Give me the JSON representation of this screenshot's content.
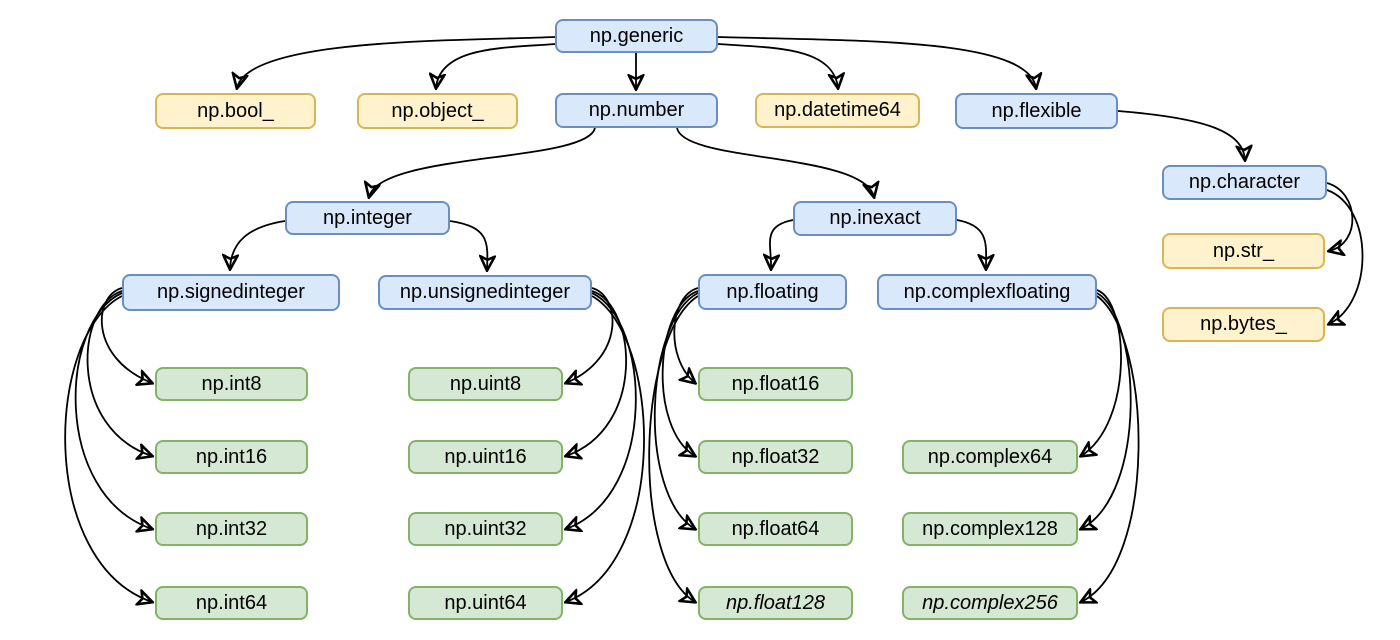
{
  "nodes": {
    "generic": {
      "label": "np.generic",
      "category": "abstract"
    },
    "bool": {
      "label": "np.bool_",
      "category": "other"
    },
    "object": {
      "label": "np.object_",
      "category": "other"
    },
    "number": {
      "label": "np.number",
      "category": "abstract"
    },
    "datetime64": {
      "label": "np.datetime64",
      "category": "other"
    },
    "flexible": {
      "label": "np.flexible",
      "category": "abstract"
    },
    "character": {
      "label": "np.character",
      "category": "abstract"
    },
    "integer": {
      "label": "np.integer",
      "category": "abstract"
    },
    "inexact": {
      "label": "np.inexact",
      "category": "abstract"
    },
    "str": {
      "label": "np.str_",
      "category": "other"
    },
    "bytes": {
      "label": "np.bytes_",
      "category": "other"
    },
    "signedinteger": {
      "label": "np.signedinteger",
      "category": "abstract"
    },
    "unsignedinteger": {
      "label": "np.unsignedinteger",
      "category": "abstract"
    },
    "floating": {
      "label": "np.floating",
      "category": "abstract"
    },
    "complexfloating": {
      "label": "np.complexfloating",
      "category": "abstract"
    },
    "int8": {
      "label": "np.int8",
      "category": "numeric"
    },
    "int16": {
      "label": "np.int16",
      "category": "numeric"
    },
    "int32": {
      "label": "np.int32",
      "category": "numeric"
    },
    "int64": {
      "label": "np.int64",
      "category": "numeric"
    },
    "uint8": {
      "label": "np.uint8",
      "category": "numeric"
    },
    "uint16": {
      "label": "np.uint16",
      "category": "numeric"
    },
    "uint32": {
      "label": "np.uint32",
      "category": "numeric"
    },
    "uint64": {
      "label": "np.uint64",
      "category": "numeric"
    },
    "float16": {
      "label": "np.float16",
      "category": "numeric"
    },
    "float32": {
      "label": "np.float32",
      "category": "numeric"
    },
    "float64": {
      "label": "np.float64",
      "category": "numeric"
    },
    "float128": {
      "label": "np.float128",
      "category": "numeric",
      "italic": true
    },
    "complex64": {
      "label": "np.complex64",
      "category": "numeric"
    },
    "complex128": {
      "label": "np.complex128",
      "category": "numeric"
    },
    "complex256": {
      "label": "np.complex256",
      "category": "numeric",
      "italic": true
    }
  },
  "edges": [
    {
      "from": "generic",
      "to": "bool"
    },
    {
      "from": "generic",
      "to": "object"
    },
    {
      "from": "generic",
      "to": "number"
    },
    {
      "from": "generic",
      "to": "datetime64"
    },
    {
      "from": "generic",
      "to": "flexible"
    },
    {
      "from": "number",
      "to": "integer"
    },
    {
      "from": "number",
      "to": "inexact"
    },
    {
      "from": "integer",
      "to": "signedinteger"
    },
    {
      "from": "integer",
      "to": "unsignedinteger"
    },
    {
      "from": "inexact",
      "to": "floating"
    },
    {
      "from": "inexact",
      "to": "complexfloating"
    },
    {
      "from": "flexible",
      "to": "character"
    },
    {
      "from": "character",
      "to": "str"
    },
    {
      "from": "character",
      "to": "bytes"
    },
    {
      "from": "signedinteger",
      "to": "int8"
    },
    {
      "from": "signedinteger",
      "to": "int16"
    },
    {
      "from": "signedinteger",
      "to": "int32"
    },
    {
      "from": "signedinteger",
      "to": "int64"
    },
    {
      "from": "unsignedinteger",
      "to": "uint8"
    },
    {
      "from": "unsignedinteger",
      "to": "uint16"
    },
    {
      "from": "unsignedinteger",
      "to": "uint32"
    },
    {
      "from": "unsignedinteger",
      "to": "uint64"
    },
    {
      "from": "floating",
      "to": "float16"
    },
    {
      "from": "floating",
      "to": "float32"
    },
    {
      "from": "floating",
      "to": "float64"
    },
    {
      "from": "floating",
      "to": "float128"
    },
    {
      "from": "complexfloating",
      "to": "complex64"
    },
    {
      "from": "complexfloating",
      "to": "complex128"
    },
    {
      "from": "complexfloating",
      "to": "complex256"
    }
  ],
  "colors": {
    "abstract_fill": "#dae8fc",
    "abstract_border": "#6c8ebf",
    "other_fill": "#fff2cc",
    "other_border": "#d6b656",
    "numeric_fill": "#d5e8d4",
    "numeric_border": "#82b366",
    "edge": "#000000",
    "text": "#000000",
    "background": "#ffffff"
  }
}
